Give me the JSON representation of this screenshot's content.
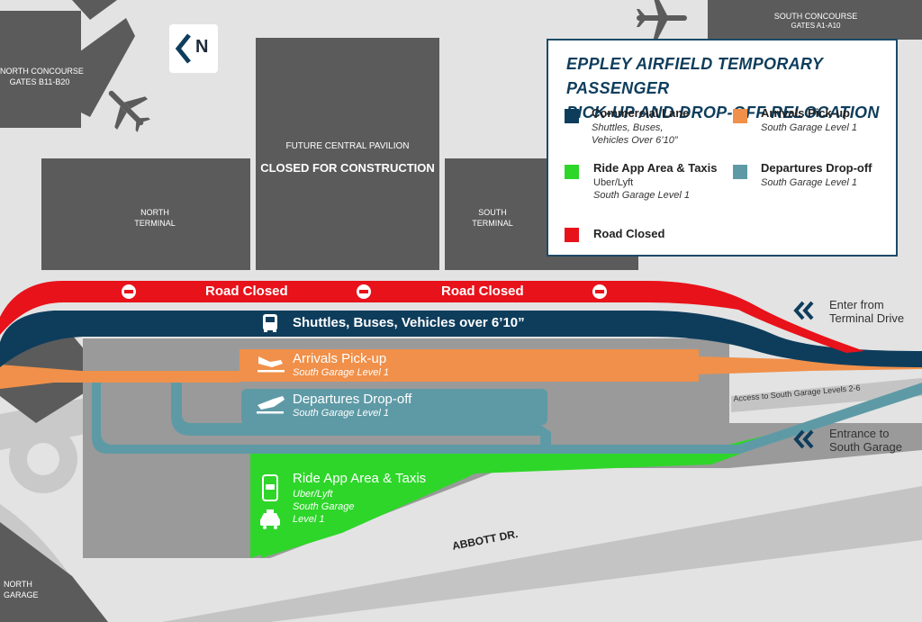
{
  "map": {
    "north_label": "N",
    "buildings": {
      "north_concourse": "NORTH CONCOURSE",
      "north_concourse_gates": "GATES B11-B20",
      "south_concourse": "SOUTH CONCOURSE",
      "south_concourse_gates": "GATES A1-A10",
      "future_pavilion": "FUTURE CENTRAL PAVILION",
      "closed_construction": "CLOSED FOR CONSTRUCTION",
      "north_terminal_1": "NORTH",
      "north_terminal_2": "TERMINAL",
      "south_terminal_1": "SOUTH",
      "south_terminal_2": "TERMINAL",
      "north_garage_1": "NORTH",
      "north_garage_2": "GARAGE"
    },
    "roads": {
      "road_closed_1": "Road Closed",
      "road_closed_2": "Road Closed",
      "commercial": "Shuttles, Buses, Vehicles over 6’10”",
      "arrivals_title": "Arrivals Pick-up",
      "arrivals_sub": "South Garage Level 1",
      "departures_title": "Departures Drop-off",
      "departures_sub": "South Garage Level 1",
      "rideapp_title": "Ride App Area & Taxis",
      "rideapp_sub1": "Uber/Lyft",
      "rideapp_sub2": "South Garage",
      "rideapp_sub3": "Level 1",
      "garage_access": "Access to South Garage Levels 2-6",
      "abbott": "ABBOTT DR."
    },
    "side": {
      "enter_1": "Enter from",
      "enter_2": "Terminal Drive",
      "entrance_1": "Entrance to",
      "entrance_2": "South Garage"
    }
  },
  "legend": {
    "title_1": "EPPLEY AIRFIELD TEMPORARY PASSENGER",
    "title_2": "PICK-UP AND DROP-OFF RELOCATION",
    "commercial_title": "Commercial Lane",
    "commercial_sub1": "Shuttles, Buses,",
    "commercial_sub2": "Vehicles Over 6’10”",
    "arrivals_title": "Arrivals Pick-up",
    "arrivals_sub": "South Garage Level 1",
    "rideapp_title": "Ride App Area & Taxis",
    "rideapp_sub1": "Uber/Lyft",
    "rideapp_sub2": "South Garage Level 1",
    "departures_title": "Departures Drop-off",
    "departures_sub": "South Garage Level 1",
    "closed_title": "Road Closed"
  },
  "colors": {
    "commercial": "#0e3d5c",
    "arrivals": "#f0904a",
    "rideapp": "#2ed62a",
    "departures": "#5e9aa6",
    "closed": "#e8121a",
    "building": "#5b5b5b",
    "road": "#c4c4c4"
  }
}
